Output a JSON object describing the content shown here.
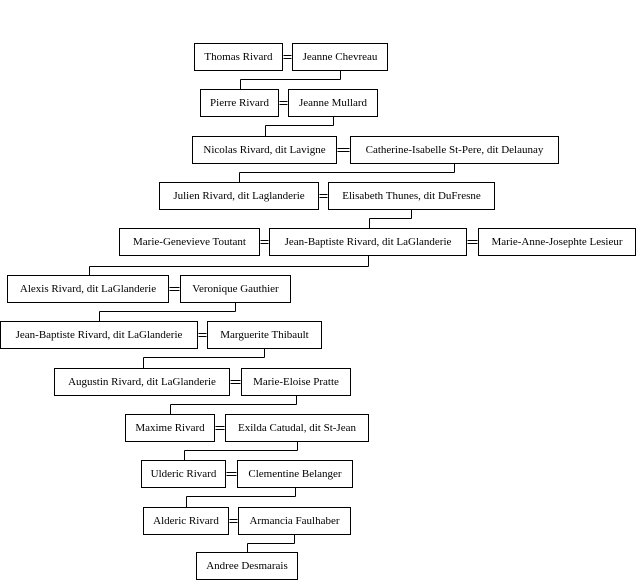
{
  "persons": {
    "p1": "Thomas Rivard",
    "p2": "Jeanne Chevreau",
    "p3": "Pierre Rivard",
    "p4": "Jeanne Mullard",
    "p5": "Nicolas Rivard, dit Lavigne",
    "p6": "Catherine-Isabelle St-Pere, dit Delaunay",
    "p7": "Julien Rivard, dit Laglanderie",
    "p8": "Elisabeth Thunes, dit DuFresne",
    "p9": "Marie-Genevieve Toutant",
    "p10": "Jean-Baptiste Rivard, dit LaGlanderie",
    "p11": "Marie-Anne-Josephte Lesieur",
    "p12": "Alexis Rivard, dit LaGlanderie",
    "p13": "Veronique Gauthier",
    "p14": "Jean-Baptiste Rivard, dit LaGlanderie",
    "p15": "Marguerite Thibault",
    "p16": "Augustin Rivard, dit LaGlanderie",
    "p17": "Marie-Eloise Pratte",
    "p18": "Maxime Rivard",
    "p19": "Exilda Catudal, dit St-Jean",
    "p20": "Ulderic Rivard",
    "p21": "Clementine Belanger",
    "p22": "Alderic Rivard",
    "p23": "Armancia Faulhaber",
    "p24": "Andree Desmarais"
  }
}
